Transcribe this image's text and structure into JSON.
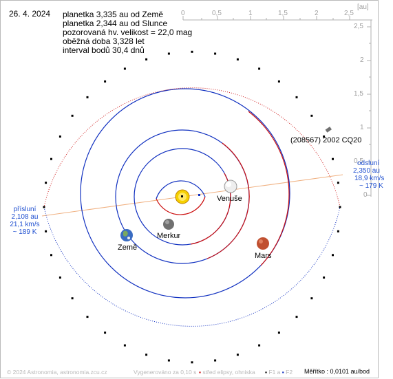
{
  "date": "26. 4. 2024",
  "info": {
    "line1": "planetka 3,335 au od Země",
    "line2": "planetka 2,344 au od Slunce",
    "line3": "pozorovaná hv. velikost = 22,0 mag",
    "line4": "oběžná doba 3,328 let",
    "line5": "interval bodů 30,4 dnů"
  },
  "scale_top": {
    "unit": "[au]",
    "ticks": [
      "0",
      "0,5",
      "1",
      "1,5",
      "2",
      "2,5"
    ]
  },
  "scale_right": {
    "ticks": [
      "2,5",
      "2",
      "1,5",
      "1",
      "0,5",
      "0"
    ]
  },
  "planets": {
    "venus": "Venuše",
    "mercury": "Merkur",
    "earth": "Země",
    "mars": "Mars"
  },
  "asteroid": {
    "name": "(208567) 2002 CQ20"
  },
  "perihelion": {
    "title": "přísluní",
    "dist": "2,108 au",
    "speed": "21,1 km/s",
    "temp": "~ 189 K"
  },
  "aphelion": {
    "title": "odsluní",
    "dist": "2,350 au",
    "speed": "18,9 km/s",
    "temp": "~ 179 K"
  },
  "footer": {
    "copyright": "© 2024 Astronomia, astronomia.zcu.cz",
    "generated": "Vygenerováno za 0,10 s",
    "center": "střed elipsy, ohniska",
    "f1": "F1 a",
    "f2": "F2",
    "scale": "Měřítko : 0,0101 au/bod"
  },
  "colors": {
    "orbit_near": "#cc1010",
    "orbit_far": "#1030c0",
    "asteroid_red": "#d02020",
    "asteroid_blue": "#1030c0",
    "label_blue": "#2050d0",
    "scale": "#b0b0b0",
    "apsis_line": "#f0b080"
  }
}
